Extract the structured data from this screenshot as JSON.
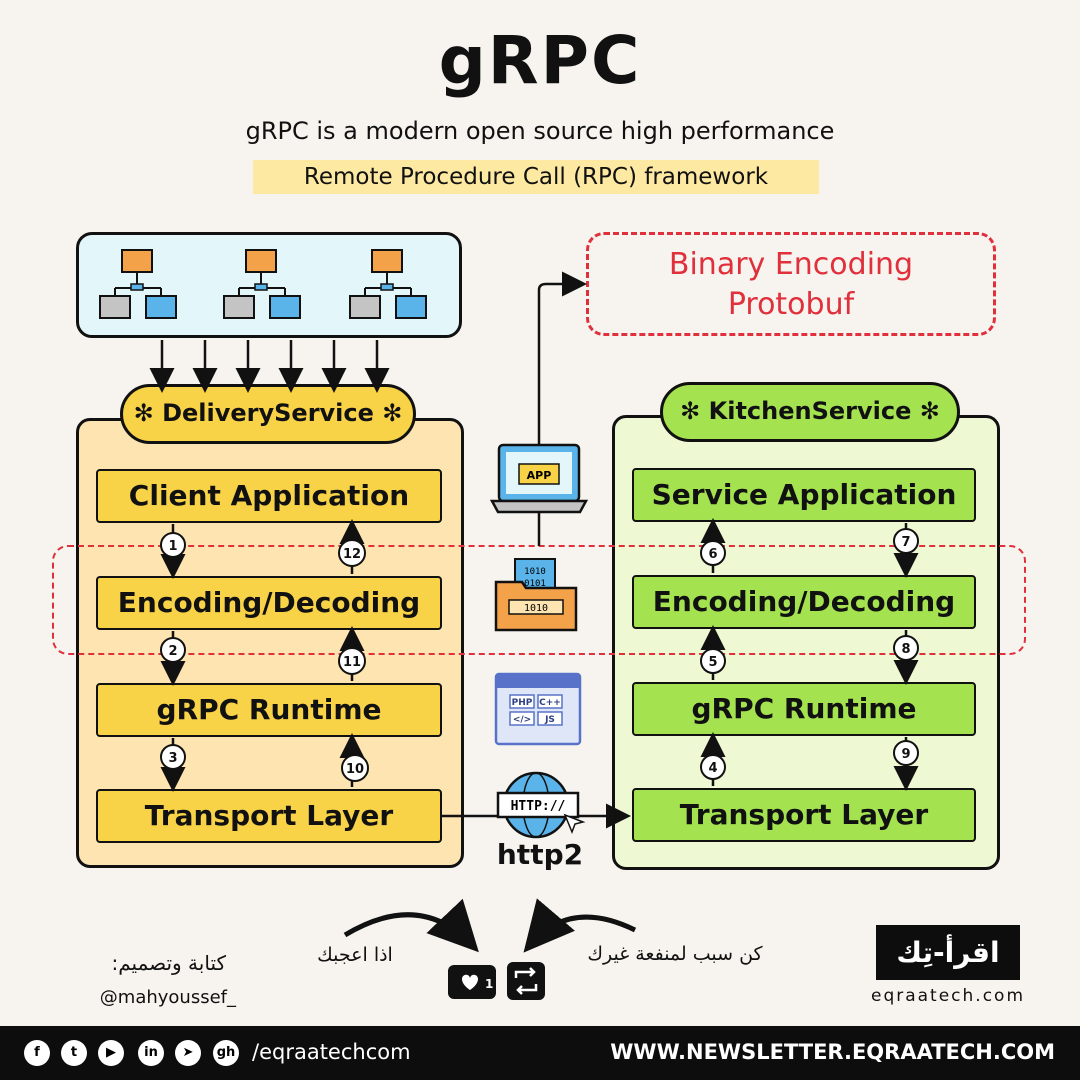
{
  "header": {
    "title": "gRPC",
    "subtitle": "gRPC is a modern open source high performance",
    "highlight": "Remote Procedure Call (RPC) framework"
  },
  "encoding_box": {
    "line1": "Binary Encoding",
    "line2": "Protobuf"
  },
  "delivery": {
    "name": "DeliveryService",
    "layers": [
      "Client Application",
      "Encoding/Decoding",
      "gRPC Runtime",
      "Transport Layer"
    ],
    "steps_down": [
      "1",
      "2",
      "3"
    ],
    "steps_up": [
      "12",
      "11",
      "10"
    ]
  },
  "kitchen": {
    "name": "KitchenService",
    "layers": [
      "Service Application",
      "Encoding/Decoding",
      "gRPC Runtime",
      "Transport Layer"
    ],
    "steps_up": [
      "6",
      "5",
      "4"
    ],
    "steps_down": [
      "7",
      "8",
      "9"
    ]
  },
  "middle": {
    "app_label": "APP",
    "lang_labels": [
      "PHP",
      "C++",
      "</>",
      "JS"
    ],
    "http_label": "HTTP://",
    "protocol": "http2"
  },
  "credits": {
    "written_by": "كتابة وتصميم:",
    "handle": "@mahyoussef_",
    "like_text": "اذا اعجبك",
    "share_text": "كن سبب لمنفعة غيرك",
    "like_count": "1"
  },
  "brand": {
    "logo": "اقرأ-تِك",
    "url": "eqraatech.com"
  },
  "footer": {
    "handle": "/eqraatechcom",
    "newsletter": "WWW.NEWSLETTER.EQRAATECH.COM",
    "social_icons": [
      "facebook-icon",
      "twitter-icon",
      "youtube-icon",
      "linkedin-icon",
      "telegram-icon",
      "github-icon"
    ],
    "social_glyphs": [
      "f",
      "t",
      "▶",
      "in",
      "➤",
      "gh"
    ]
  },
  "colors": {
    "delivery_accent": "#f8d247",
    "kitchen_accent": "#a4e250",
    "encoding_red": "#e0303c"
  }
}
